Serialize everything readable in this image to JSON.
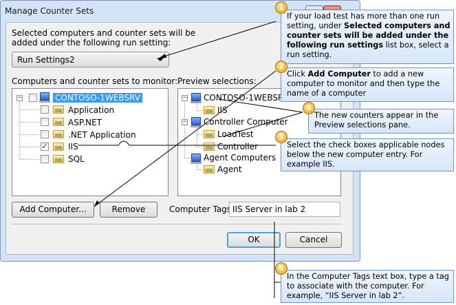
{
  "dialog": {
    "title": "Manage Counter Sets",
    "instruction_line1": "Selected computers and counter sets will be",
    "instruction_line2": "added under the following run setting:",
    "run_setting": "Run Settings2",
    "left_label": "Computers and counter sets to monitor:",
    "right_label": "Preview selections:",
    "tree": {
      "computer": "CONTOSO-1WEBSRV",
      "items": [
        "Application",
        "ASP.NET",
        ".NET Application",
        "IIS",
        "SQL"
      ]
    },
    "preview": {
      "computer": "CONTOSO-1WEBSRV",
      "computer_child": "IIS",
      "controller": "Controller Computer",
      "controller_children": [
        "LoadTest",
        "Controller"
      ],
      "agents": "Agent Computers",
      "agent_child": "Agent"
    },
    "add_computer_label": "Add Computer...",
    "remove_label": "Remove",
    "tags_label": "Computer Tags:",
    "tags_value": "IIS Server in lab 2",
    "ok_label": "OK",
    "cancel_label": "Cancel"
  },
  "callouts": [
    {
      "num": "1",
      "text": "If your load test has more than one run setting, under <b>Selected computers and counter sets will be added under the following run settings</b> list box, select a run setting."
    },
    {
      "num": "2",
      "text": "Click <b>Add Computer</b> to add a new computer to monitor and then type the name of a computer"
    },
    {
      "num": "3",
      "text": "Select the check boxes applicable nodes below the new computer entry. For example IIS."
    },
    {
      "num": "4",
      "text": "The new counters appear in the Preview selections pane."
    },
    {
      "num": "5",
      "text": "In the Computer Tags text box, type a tag to associate with the computer. For example, “IIS Server in lab 2”."
    }
  ],
  "colors": {
    "callout_bg": "#e3eefb",
    "callout_border": "#6f94c4",
    "badge": "#f0a01c",
    "selection": "#3399ff"
  }
}
